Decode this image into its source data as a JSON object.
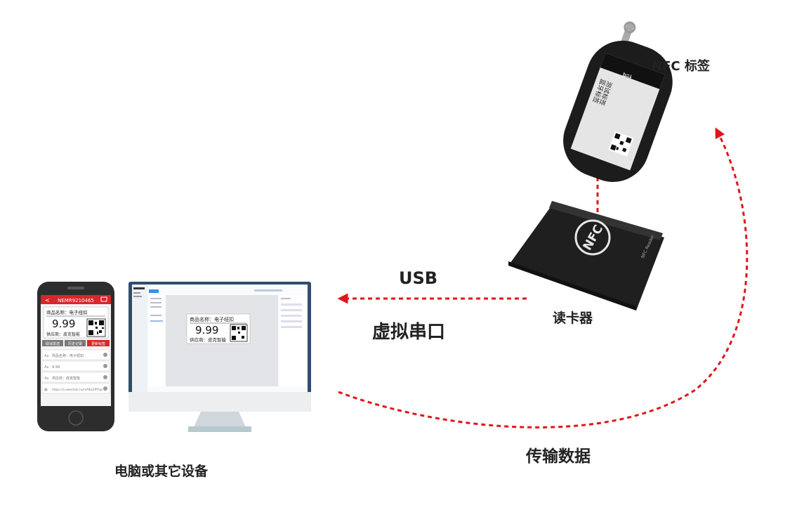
{
  "labels": {
    "usb": "USB",
    "virtual_serial": "虚拟串口",
    "card_reader": "读卡器",
    "nfc_tag": "NFC 标签",
    "computer_devices": "电脑或其它设备",
    "transfer_data": "传输数据"
  },
  "phone": {
    "device_id": "NEMR9210465",
    "card_name_line": "商品名称：电子纽扣",
    "price": "9.99",
    "supplier_line": "供应商：皮克智能",
    "buttons": [
      "取消发送",
      "历史记录",
      "更新标签"
    ],
    "fields": [
      {
        "label": "文本",
        "value": "商品名称：电子纽扣"
      },
      {
        "label": "文本",
        "value": "9.99"
      },
      {
        "label": "文本",
        "value": "供应商：皮克智能"
      },
      {
        "label": "二维码",
        "value": "https://u.wechat.com/AKz2IPYgs"
      }
    ]
  },
  "monitor": {
    "card_name_line": "商品名称：电子纽扣",
    "price": "9.99",
    "supplier_line": "供应商：皮克智能"
  },
  "tag": {
    "vertical_title": "蓝牙测试标签",
    "line1": "蓝牙标签",
    "line2": "测试标签"
  },
  "reader": {
    "logo": "NFC",
    "brand": "NFC Reader"
  },
  "colors": {
    "arrow": "#e0151b",
    "phone_header": "#d9262b",
    "monitor_frame": "#2f4d70",
    "device_dark": "#2a2a2a"
  }
}
